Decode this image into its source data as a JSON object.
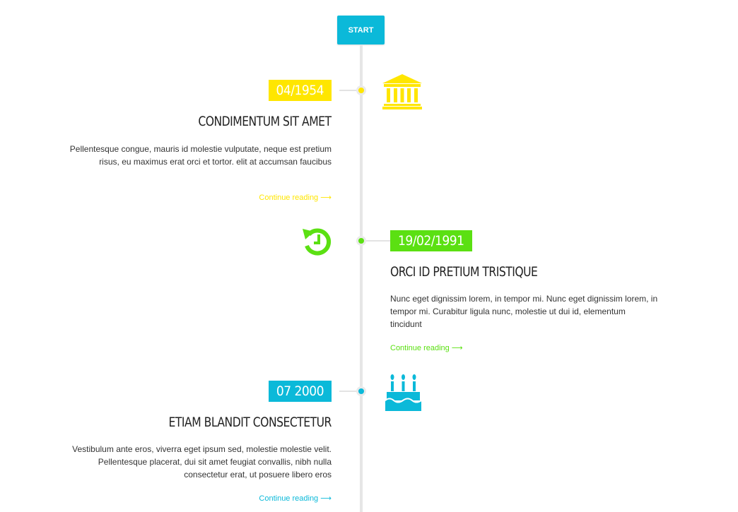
{
  "start_button": {
    "label": "START"
  },
  "colors": {
    "yellow": "#ffe600",
    "green": "#5be012",
    "blue": "#0bb9d9",
    "line": "#e6e6e6"
  },
  "entries": [
    {
      "date": "04/1954",
      "title": "CONDIMENTUM SIT AMET",
      "text": "Pellentesque congue, mauris id molestie vulputate, neque est pretium risus, eu maximus erat orci et tortor. elit at accumsan faucibus",
      "link": "Continue reading ⟶",
      "icon": "bank-icon",
      "side": "left",
      "color": "#ffe600"
    },
    {
      "date": "19/02/1991",
      "title": "ORCI ID PRETIUM TRISTIQUE",
      "text": "Nunc eget dignissim lorem, in tempor mi. Nunc eget dignissim lorem, in tempor mi. Curabitur ligula nunc, molestie ut dui id, elementum tincidunt",
      "link": "Continue reading ⟶",
      "icon": "history-clock-icon",
      "side": "right",
      "color": "#5be012"
    },
    {
      "date": "07 2000",
      "title": "ETIAM BLANDIT CONSECTETUR",
      "text": "Vestibulum ante eros, viverra eget ipsum sed, molestie molestie velit. Pellentesque placerat, dui sit amet feugiat convallis, nibh nulla consectetur erat, ut posuere libero eros",
      "link": "Continue reading ⟶",
      "icon": "birthday-cake-icon",
      "side": "left",
      "color": "#0bb9d9"
    }
  ]
}
